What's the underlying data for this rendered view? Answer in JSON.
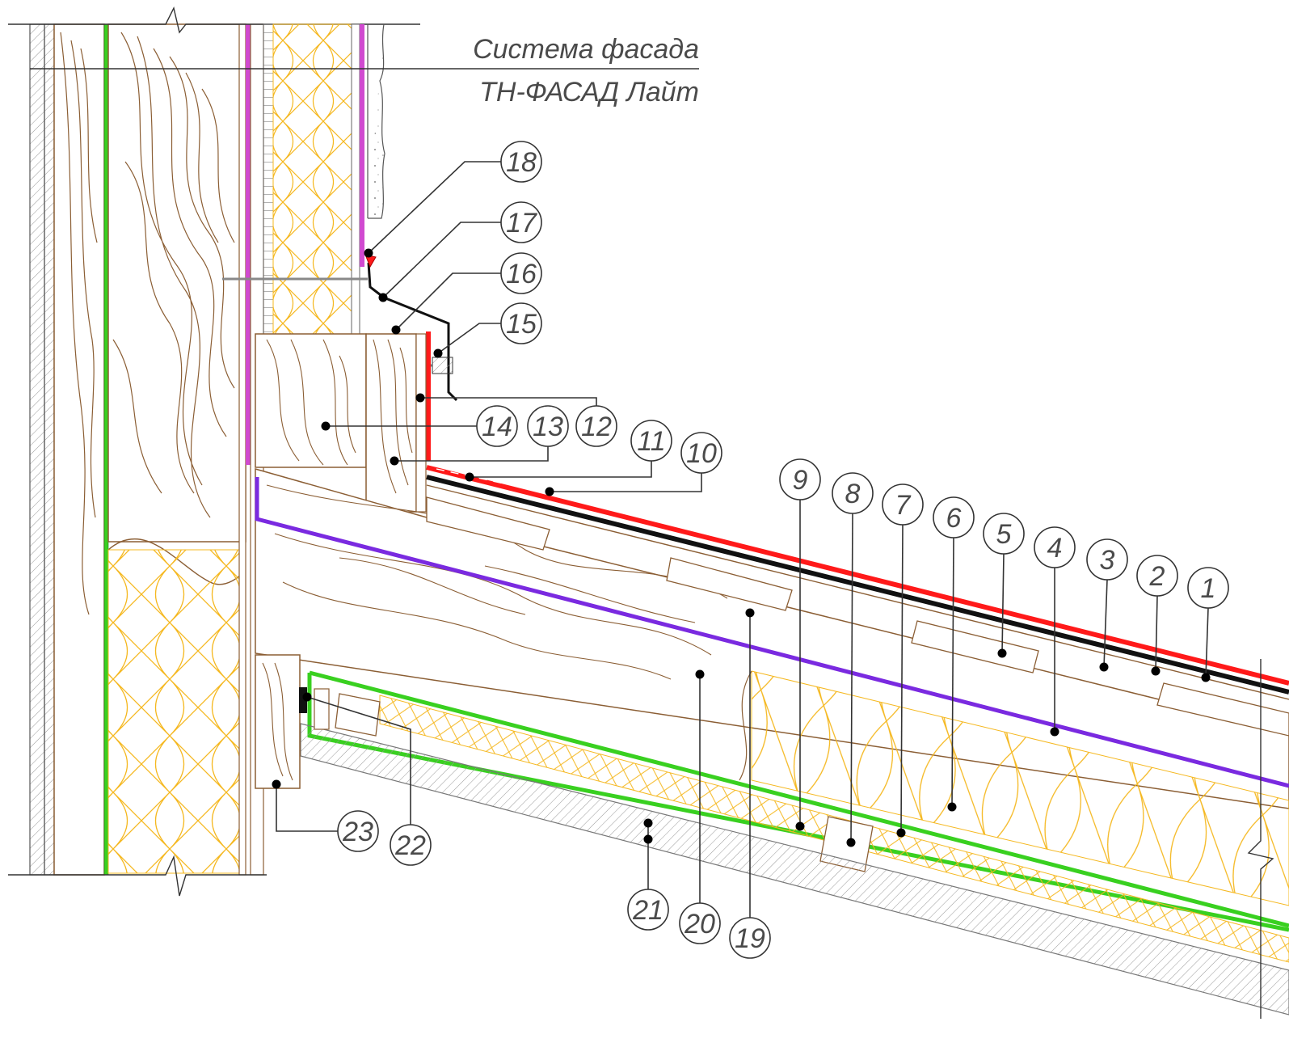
{
  "title": {
    "line1": "Система фасада",
    "line2": "ТН-ФАСАД Лайт"
  },
  "callouts": [
    "1",
    "2",
    "3",
    "4",
    "5",
    "6",
    "7",
    "8",
    "9",
    "10",
    "11",
    "12",
    "13",
    "14",
    "15",
    "16",
    "17",
    "18",
    "19",
    "20",
    "21",
    "22",
    "23"
  ],
  "colors": {
    "wood": "#8b5e34",
    "wood_grain": "#8b5e34",
    "insulation": "#f5b820",
    "green_membrane": "#39d020",
    "purple_membrane": "#7a2ae0",
    "red_membrane": "#ff1a1a",
    "black_layer": "#111111",
    "magenta_membrane": "#d04ad0",
    "gray_hatch": "#888888"
  }
}
